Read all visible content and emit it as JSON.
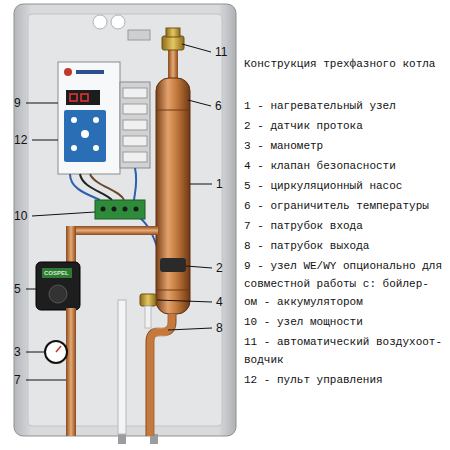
{
  "diagram": {
    "title": "Конструкция трехфазного котла",
    "labels": [
      "11",
      "6",
      "9",
      "12",
      "1",
      "10",
      "2",
      "5",
      "4",
      "8",
      "3",
      "7",
      "COSPEL",
      "1 - нагревательный узел",
      "2 - датчик протока",
      "3 - манометр",
      "4 - клапан безопасности",
      "5 - циркуляционный насос",
      "6 - ограничитель температуры",
      "7 - патрубок входа",
      "8 - патрубок выхода",
      "9 - узел WE/WY опционально для совместной работы с: бойлер- ом - аккумулятором",
      "10 - узел мощности",
      "11 - автоматический воздухоот- водчик",
      "12 - пульт управления"
    ]
  }
}
